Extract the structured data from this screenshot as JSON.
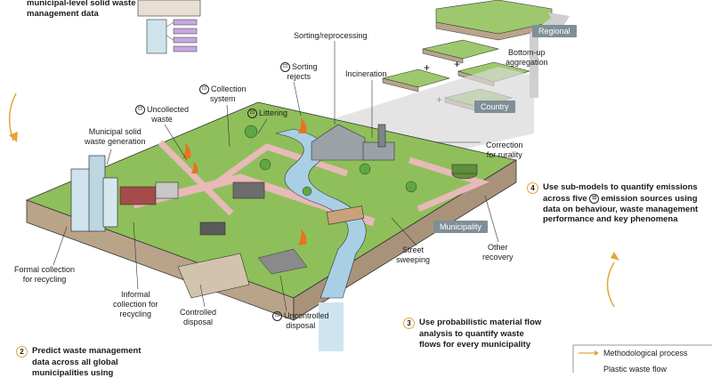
{
  "steps": {
    "step1_text_line1": "municipal-level solid waste",
    "step1_text_line2": "management data",
    "step2_number": "2",
    "step2_line1": "Predict waste management",
    "step2_line2": "data across all global",
    "step2_line3": "municipalities using",
    "step3_number": "3",
    "step3_line1": "Use probabilistic material flow",
    "step3_line2": "analysis to quantify waste",
    "step3_line3": "flows for every municipality",
    "step4_number": "4",
    "step4_line1": "Use sub-models to quantify emissions",
    "step4_line2a": "across five",
    "step4_line2b": "emission sources using",
    "step4_line3": "data on behaviour, waste management",
    "step4_line4": "performance and key phenomena"
  },
  "labels": {
    "sorting_reprocessing": "Sorting/reprocessing",
    "incineration": "Incineration",
    "sorting_rejects_1": "Sorting",
    "sorting_rejects_2": "rejects",
    "collection_system_1": "Collection",
    "collection_system_2": "system",
    "uncollected_waste_1": "Uncollected",
    "uncollected_waste_2": "waste",
    "littering": "Littering",
    "msw_gen_1": "Municipal solid",
    "msw_gen_2": "waste generation",
    "bottom_up_1": "Bottom-up",
    "bottom_up_2": "aggregation",
    "correction_1": "Correction",
    "correction_2": "for rurality",
    "street_sweeping_1": "Street",
    "street_sweeping_2": "sweeping",
    "other_recovery_1": "Other",
    "other_recovery_2": "recovery",
    "formal_collection_1": "Formal collection",
    "formal_collection_2": "for recycling",
    "informal_collection_1": "Informal",
    "informal_collection_2": "collection for",
    "informal_collection_3": "recycling",
    "controlled_disposal_1": "Controlled",
    "controlled_disposal_2": "disposal",
    "uncontrolled_disposal_1": "Uncontrolled",
    "uncontrolled_disposal_2": "disposal"
  },
  "tags": {
    "regional": "Regional",
    "country": "Country",
    "municipality": "Municipality"
  },
  "legend": {
    "methodological": "Methodological process",
    "plastic_flow": "Plastic waste flow"
  },
  "colors": {
    "grass": "#8fbf5a",
    "soil": "#b9a48a",
    "road": "#e8b9b9",
    "water": "#a9cfe5",
    "tag": "#7f8f98",
    "accent": "#e3a637",
    "fire": "#e8731f"
  }
}
